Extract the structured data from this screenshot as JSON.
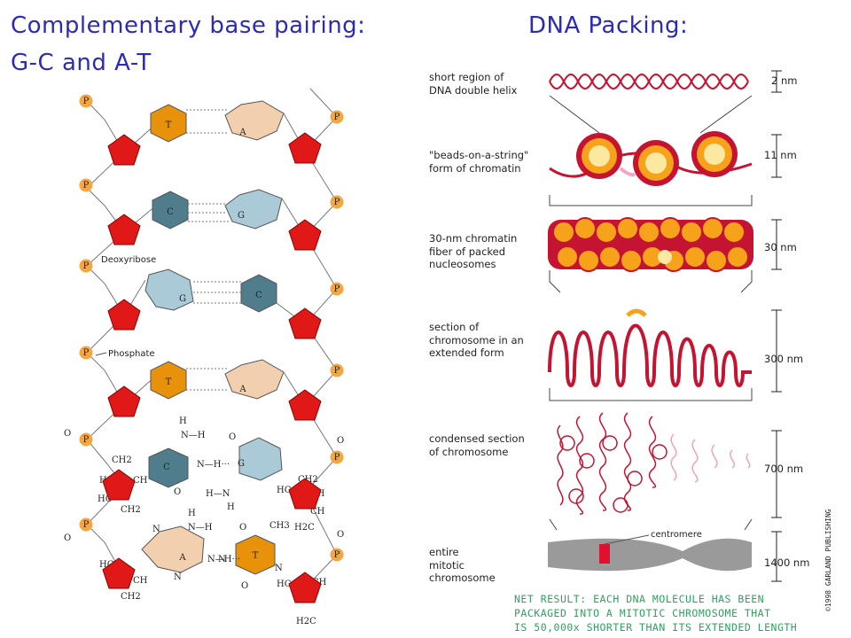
{
  "titles": {
    "left_line1": "Complementary base pairing:",
    "left_line2": "G-C and A-T",
    "right": "DNA Packing:"
  },
  "base_pairing": {
    "pairs": [
      {
        "left": "T",
        "right": "A"
      },
      {
        "left": "C",
        "right": "G"
      },
      {
        "left": "G",
        "right": "C"
      },
      {
        "left": "T",
        "right": "A"
      }
    ],
    "detail_pairs": [
      {
        "left": "C",
        "right": "G"
      },
      {
        "left": "A",
        "right": "T"
      }
    ],
    "phosphate_symbol": "P",
    "labels": {
      "deoxyribose": "Deoxyribose",
      "phosphate": "Phosphate"
    },
    "atoms": {
      "H": "H",
      "N": "N",
      "O": "O",
      "NH": "N—H",
      "HN": "H—N",
      "CH": "CH",
      "HC": "HC",
      "CH2": "CH2",
      "H2C": "H2C",
      "CH3": "CH3",
      "N_H_dots": "N—H···",
      "H_N_dots": "···H—N"
    },
    "colors": {
      "sugar": "#e01818",
      "phosphate": "#f5a640",
      "T": "#e8920c",
      "A": "#f2cfae",
      "C": "#4f7d8c",
      "G": "#a9cad6"
    }
  },
  "packing": {
    "stages": [
      {
        "lines": [
          "short region of",
          "DNA double helix"
        ],
        "scale": "2 nm"
      },
      {
        "lines": [
          "\"beads-on-a-string\"",
          "form of chromatin"
        ],
        "scale": "11 nm"
      },
      {
        "lines": [
          "30-nm chromatin",
          "fiber of packed",
          "nucleosomes"
        ],
        "scale": "30 nm"
      },
      {
        "lines": [
          "section of",
          "chromosome in an",
          "extended form"
        ],
        "scale": "300 nm"
      },
      {
        "lines": [
          "condensed section",
          "of chromosome"
        ],
        "scale": "700 nm"
      },
      {
        "lines": [
          "entire",
          "mitotic",
          "chromosome"
        ],
        "scale": "1400 nm"
      }
    ],
    "centromere_label": "centromere",
    "net_result": [
      "NET RESULT: EACH DNA MOLECULE HAS BEEN",
      "PACKAGED INTO A MITOTIC CHROMOSOME THAT",
      "IS 50,000x SHORTER THAN ITS EXTENDED LENGTH"
    ],
    "copyright": "©1998 GARLAND PUBLISHING",
    "colors": {
      "dna": "#c41432",
      "bead": "#f7a21b",
      "bead_light": "#fbe9a2",
      "chromosome": "#9a9a9a",
      "note": "#2ea25c"
    }
  }
}
